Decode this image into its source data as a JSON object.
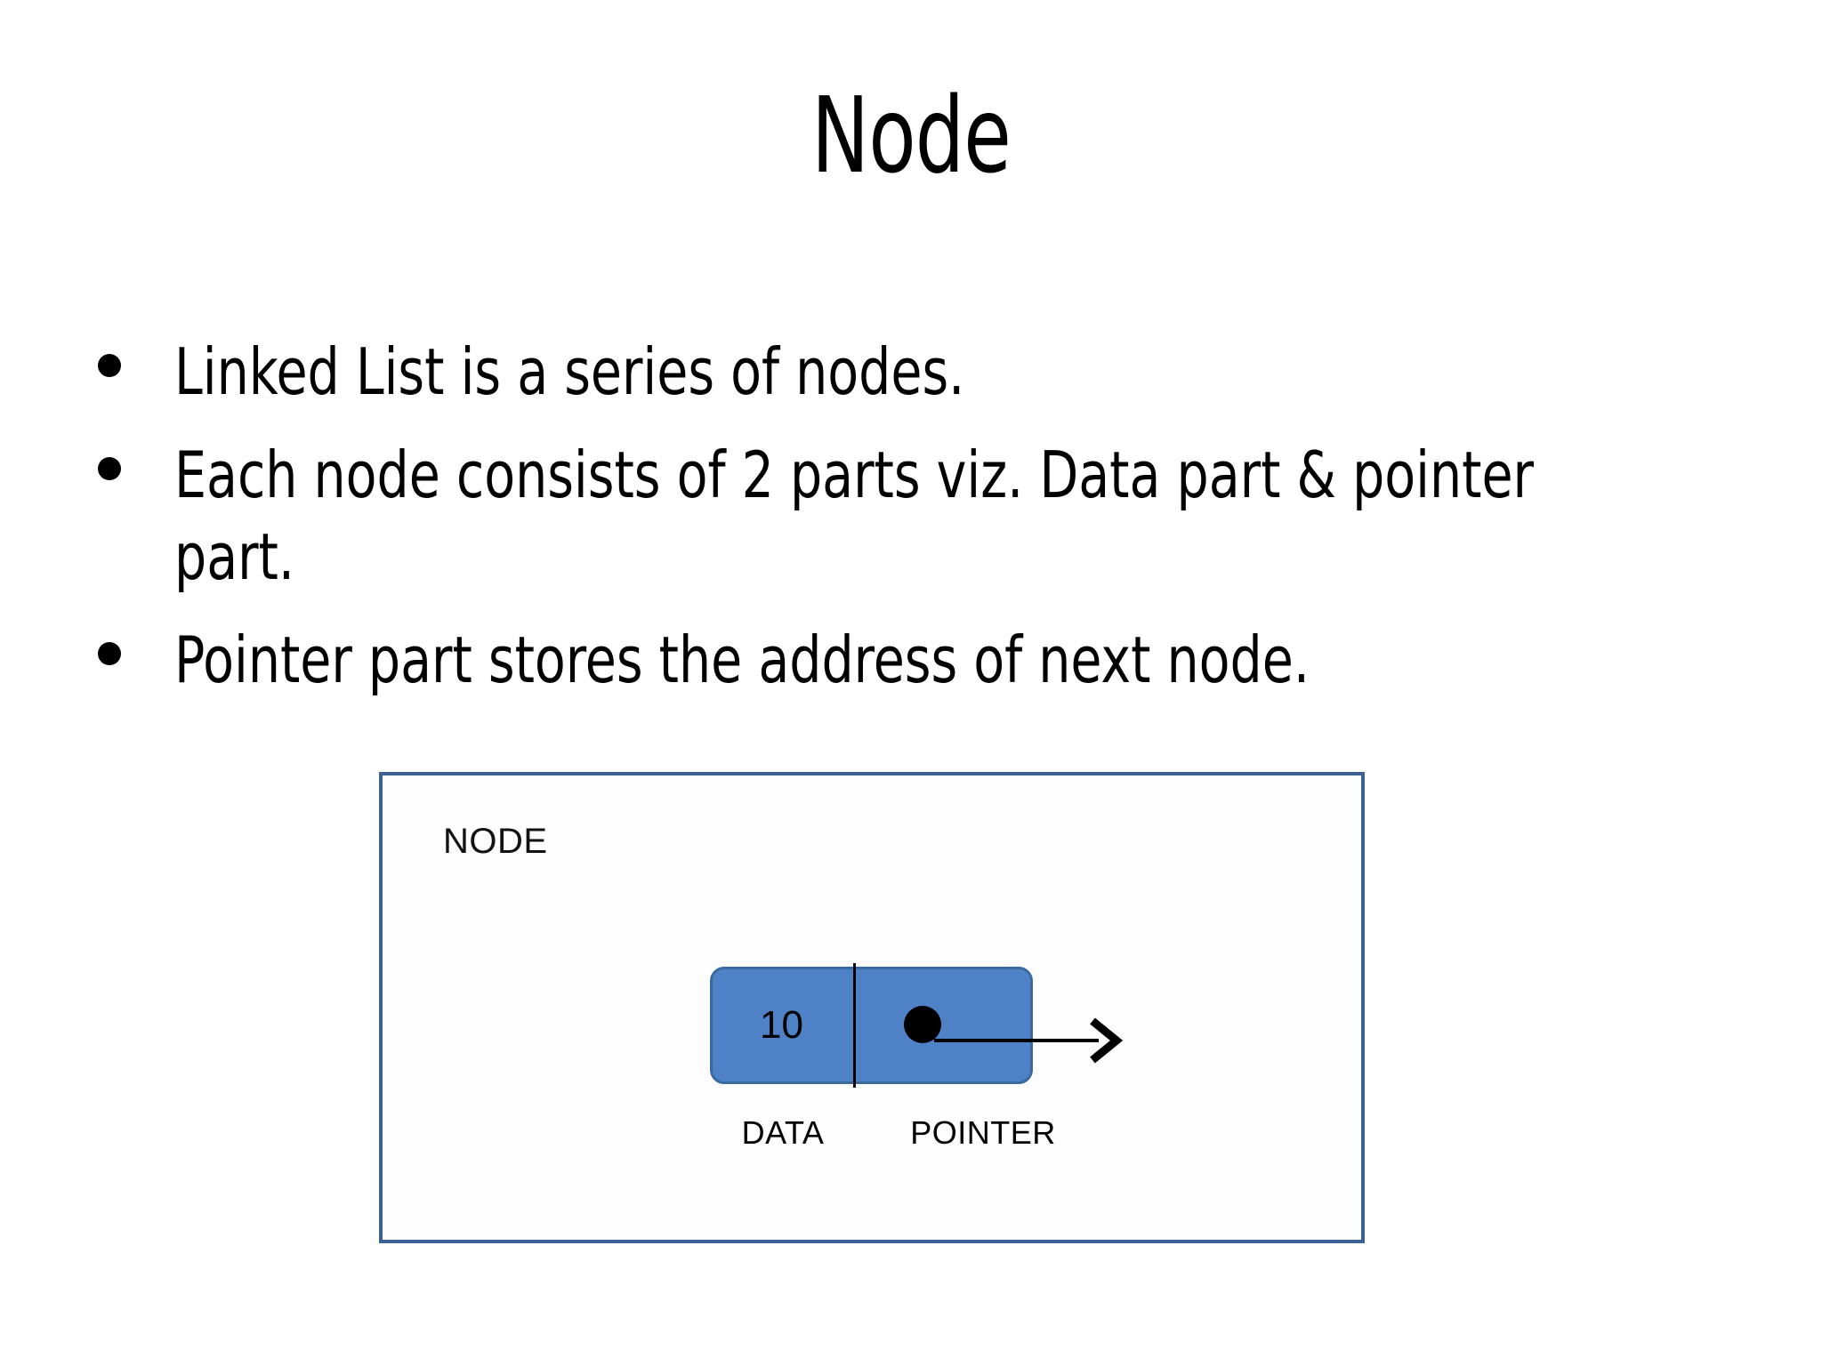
{
  "slide": {
    "title": "Node",
    "background_color": "#ffffff"
  },
  "bullets": [
    {
      "text": "Linked List is a series of nodes."
    },
    {
      "text": "Each node consists of 2 parts viz. Data part & pointer part."
    },
    {
      "text": "Pointer part stores the address of next node."
    }
  ],
  "diagram": {
    "frame_border_color": "#3A6191",
    "caption": "NODE",
    "node": {
      "fill_color": "#4F81C7",
      "border_color": "#38699F",
      "data_value": "10",
      "pointer_dot_color": "#000000",
      "arrow_color": "#000000"
    },
    "part_labels": {
      "data": "DATA",
      "pointer": "POINTER"
    }
  }
}
